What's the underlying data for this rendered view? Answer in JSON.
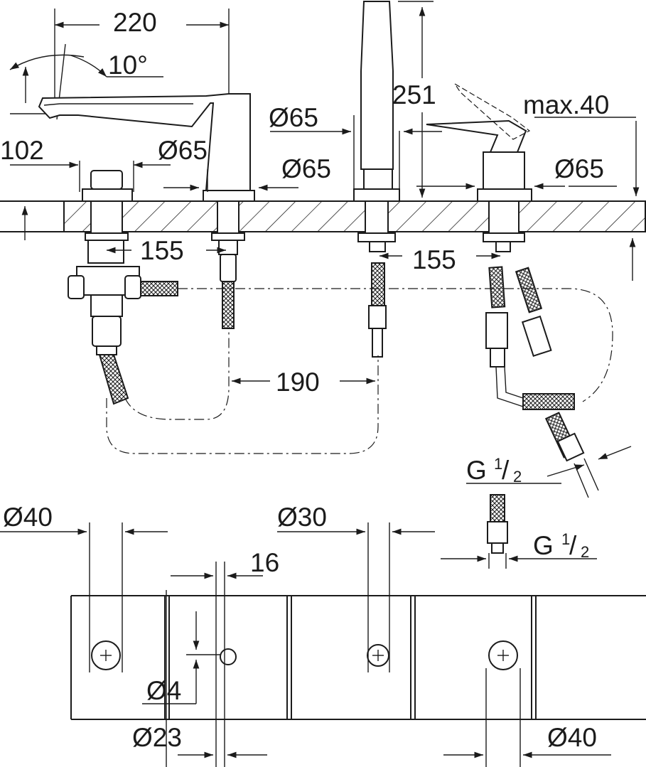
{
  "top_view": {
    "dim_spout_length": "220",
    "dim_angle": "10°",
    "dim_spout_height": "102",
    "dim_spout_base": "Ø65",
    "dim_handshower_base_a": "Ø65",
    "dim_handshower_base_b": "Ø65",
    "dim_handshower_height": "251",
    "dim_lever_max": "max.40",
    "dim_mixer_base": "Ø65",
    "dim_below_left": "155",
    "dim_below_right": "155",
    "dim_spacing": "190",
    "thread_top": {
      "base": "G",
      "numerator": "1",
      "denominator": "2"
    }
  },
  "cutout_view": {
    "dim_hole_left": "Ø40",
    "dim_hole_middle": "Ø30",
    "dim_offset": "16",
    "dim_small_hole": "Ø4",
    "dim_hole_spout": "Ø23",
    "dim_hole_right": "Ø40",
    "thread_bottom": {
      "base": "G",
      "numerator": "1",
      "denominator": "2"
    }
  }
}
